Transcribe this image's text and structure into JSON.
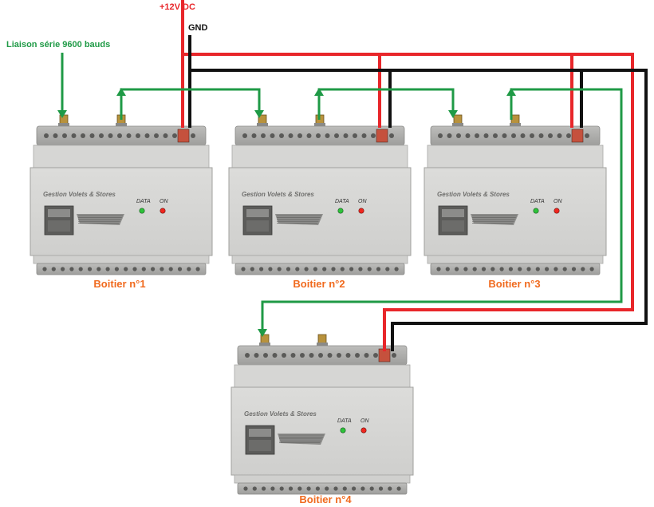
{
  "labels": {
    "power": "+12V DC",
    "ground": "GND",
    "serial": "Liaison série 9600 bauds"
  },
  "devices": [
    {
      "name": "Boitier n°1",
      "panel_title": "Gestion Volets & Stores",
      "led_data": "DATA",
      "led_on": "ON"
    },
    {
      "name": "Boitier n°2",
      "panel_title": "Gestion Volets & Stores",
      "led_data": "DATA",
      "led_on": "ON"
    },
    {
      "name": "Boitier n°3",
      "panel_title": "Gestion Volets & Stores",
      "led_data": "DATA",
      "led_on": "ON"
    },
    {
      "name": "Boitier n°4",
      "panel_title": "Gestion Volets & Stores",
      "led_data": "DATA",
      "led_on": "ON"
    }
  ],
  "colors": {
    "power_wire": "#e8262a",
    "ground_wire": "#111111",
    "data_wire": "#1f9a46",
    "device_label": "#f06a1e",
    "serial_label": "#1f9a46",
    "power_label": "#e8262a",
    "led_data": "#2ec23a",
    "led_on": "#f0261e"
  }
}
